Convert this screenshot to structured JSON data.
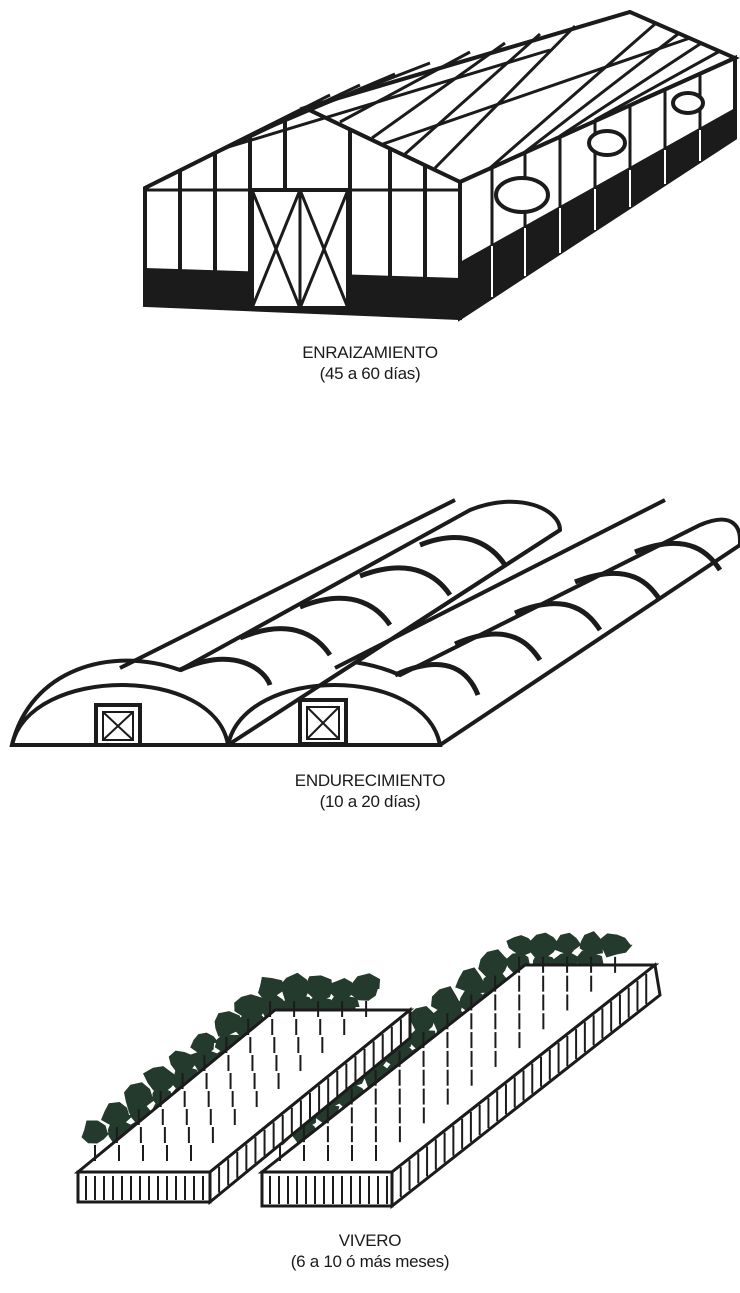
{
  "stages": [
    {
      "id": "enraizamiento",
      "title": "ENRAIZAMIENTO",
      "duration": "(45 a 60 días)",
      "illustration": "glass-greenhouse-icon"
    },
    {
      "id": "endurecimiento",
      "title": "ENDURECIMIENTO",
      "duration": "(10 a 20 días)",
      "illustration": "hoop-tunnel-greenhouse-icon"
    },
    {
      "id": "vivero",
      "title": "VIVERO",
      "duration": "(6 a 10 ó más meses)",
      "illustration": "nursery-beds-icon"
    }
  ],
  "colors": {
    "ink": "#1b1b1b",
    "foliage": "#243a2c",
    "background": "#ffffff"
  }
}
